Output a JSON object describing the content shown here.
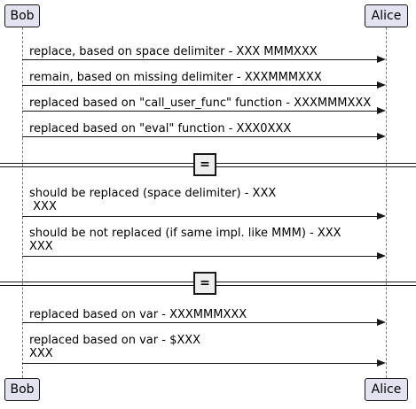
{
  "participants": {
    "left": "Bob",
    "right": "Alice"
  },
  "messages": [
    "replace, based on space delimiter - XXX MMMXXX",
    "remain, based on missing delimiter - XXXMMMXXX",
    "replaced based on \"call_user_func\" function - XXXMMMXXX",
    "replaced based on \"eval\" function - XXX0XXX",
    "should be replaced (space delimiter) - XXX\n XXX",
    "should be not replaced (if same impl. like MMM) - XXX\nXXX",
    "replaced based on var - XXXMMMXXX",
    "replaced based on var - $XXX\nXXX"
  ],
  "dividers": [
    "=",
    "="
  ]
}
